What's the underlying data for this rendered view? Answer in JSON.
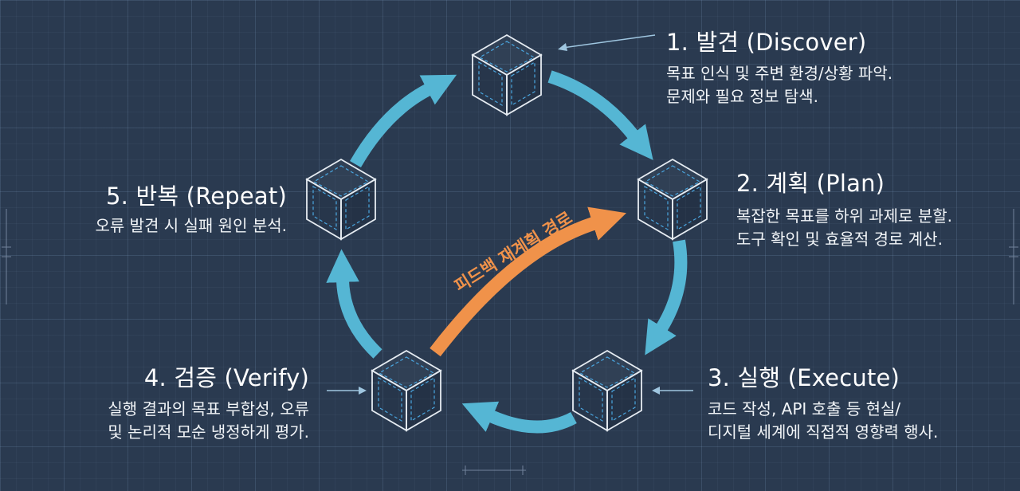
{
  "stages": [
    {
      "key": "discover",
      "title": "1. 발견 (Discover)",
      "lines": [
        "목표 인식 및 주변 환경/상황 파악.",
        "문제와 필요 정보 탐색."
      ]
    },
    {
      "key": "plan",
      "title": "2. 계획 (Plan)",
      "lines": [
        "복잡한 목표를 하위 과제로 분할.",
        "도구 확인 및 효율적 경로 계산."
      ]
    },
    {
      "key": "execute",
      "title": "3. 실행 (Execute)",
      "lines": [
        "코드 작성, API 호출 등 현실/",
        "디지털 세계에 직접적 영향력 행사."
      ]
    },
    {
      "key": "verify",
      "title": "4. 검증 (Verify)",
      "lines": [
        "실행 결과의 목표 부합성, 오류",
        "및 논리적 모순 냉정하게 평가."
      ]
    },
    {
      "key": "repeat",
      "title": "5. 반복 (Repeat)",
      "lines": [
        "오류 발견 시 실패 원인 분석."
      ]
    }
  ],
  "feedback_label": "피드백 재계획 경로",
  "colors": {
    "background": "#2a3a50",
    "cycle_arrow": "#55b6d4",
    "feedback_arrow": "#f0924a",
    "cube_stroke": "#e6ecf2",
    "cube_inner": "#4aa6e0",
    "text": "#ffffff"
  }
}
